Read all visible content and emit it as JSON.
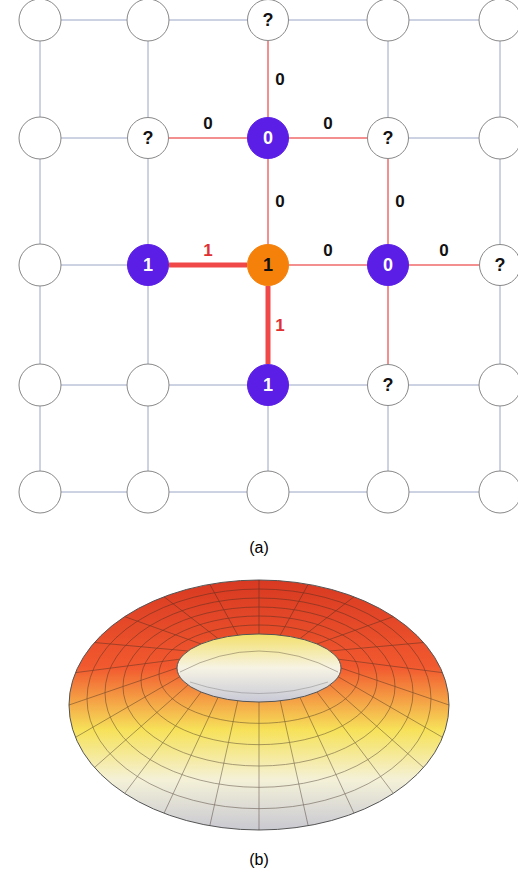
{
  "diagram": {
    "nodes": [
      {
        "text": [
          "?"
        ]
      },
      {
        "text": [
          "?"
        ]
      },
      {
        "text": [
          "0"
        ]
      },
      {
        "text": [
          "?"
        ]
      },
      {
        "text": [
          "1"
        ]
      },
      {
        "text": [
          "1"
        ]
      },
      {
        "text": [
          "0"
        ]
      },
      {
        "text": [
          "?"
        ]
      },
      {
        "text": [
          "1"
        ]
      },
      {
        "text": [
          "?"
        ]
      }
    ],
    "edges": [
      {
        "from": 0,
        "to": 2,
        "arrow": "none",
        "label": "0"
      },
      {
        "from": 1,
        "to": 2,
        "arrow": "none",
        "label": "0"
      },
      {
        "from": 2,
        "to": 3,
        "arrow": "none",
        "label": "0"
      },
      {
        "from": 2,
        "to": 5,
        "arrow": "none",
        "label": "0"
      },
      {
        "from": 3,
        "to": 6,
        "arrow": "none",
        "label": "0"
      },
      {
        "from": 4,
        "to": 5,
        "arrow": "none",
        "label": "1"
      },
      {
        "from": 5,
        "to": 6,
        "arrow": "none",
        "label": "0"
      },
      {
        "from": 6,
        "to": 7,
        "arrow": "none",
        "label": "0"
      },
      {
        "from": 5,
        "to": 8,
        "arrow": "none",
        "label": "1"
      },
      {
        "from": 6,
        "to": 9,
        "arrow": "none"
      },
      {
        "from": 1,
        "to": 4,
        "arrow": "none"
      },
      {
        "from": 8,
        "to": 9,
        "arrow": "none"
      }
    ],
    "labels": [
      "(a)",
      "(b)"
    ]
  }
}
